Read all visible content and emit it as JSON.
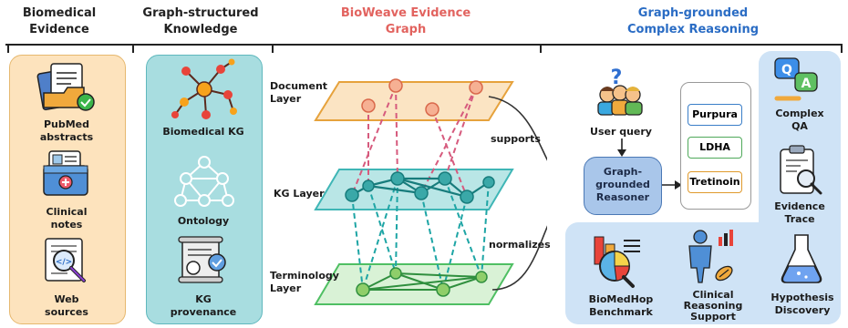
{
  "headers": {
    "evidence": "Biomedical\nEvidence",
    "knowledge": "Graph-structured\nKnowledge",
    "bioweave": "BioWeave Evidence\nGraph",
    "reasoning": "Graph-grounded\nComplex Reasoning"
  },
  "evidence": {
    "pubmed": "PubMed\nabstracts",
    "clinical": "Clinical\nnotes",
    "web": "Web\nsources"
  },
  "knowledge": {
    "kg": "Biomedical KG",
    "ontology": "Ontology",
    "provenance": "KG\nprovenance"
  },
  "layers": {
    "document": "Document\nLayer",
    "kg": "KG Layer",
    "terminology": "Terminology\nLayer",
    "supports": "supports",
    "normalizes": "normalizes"
  },
  "reasoning": {
    "user_query": "User query",
    "reasoner": "Graph-\ngrounded\nReasoner",
    "answers": [
      "Purpura",
      "LDHA",
      "Tretinoin"
    ],
    "benchmark": "BioMedHop\nBenchmark",
    "clinical_support": "Clinical\nReasoning\nSupport",
    "hypothesis": "Hypothesis\nDiscovery",
    "complex_qa": "Complex\nQA",
    "evidence_trace": "Evidence\nTrace",
    "qa_bubble_q": "Q",
    "qa_bubble_a": "A"
  },
  "colors": {
    "header_red": "#e2635f",
    "header_blue": "#2a6cc4",
    "evidence_panel": "#fde3bd",
    "knowledge_panel": "#a8dde0",
    "reasoning_panel": "#cfe3f6",
    "doc_layer": "#fbe4c3",
    "kg_layer": "#b9e6e6",
    "term_layer": "#d9f2d6"
  }
}
